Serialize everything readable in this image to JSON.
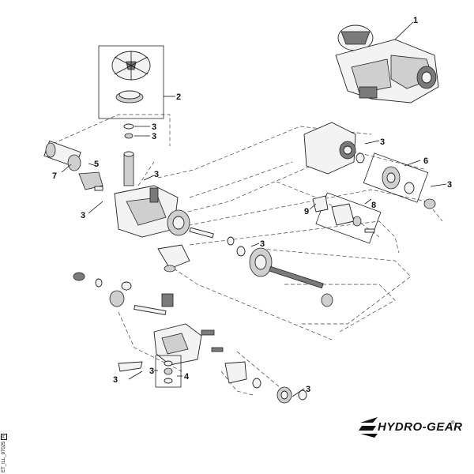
{
  "callouts": {
    "c1": "1",
    "c2": "2",
    "c3": "3",
    "c4": "4",
    "c5": "5",
    "c6": "6",
    "c7": "7",
    "c8": "8",
    "c9": "9"
  },
  "logo": {
    "text": "HYDRO-GEAR",
    "mark": "®"
  },
  "document_id": {
    "code": "ET_ILL_07025",
    "rev": "A"
  }
}
